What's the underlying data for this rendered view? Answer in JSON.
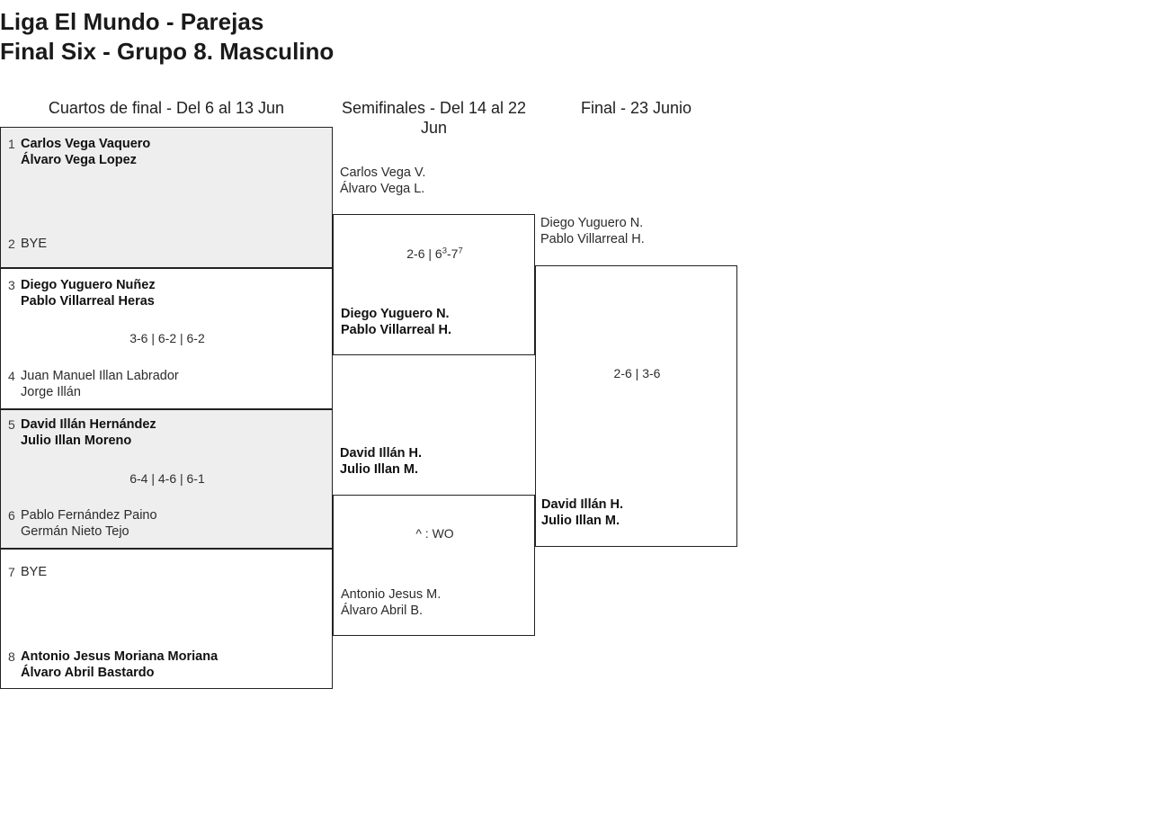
{
  "title": {
    "line1": "Liga El Mundo - Parejas",
    "line2": "Final Six - Grupo 8. Masculino"
  },
  "rounds": [
    {
      "id": "quarterfinals",
      "label": "Cuartos de final - Del 6 al 13 Jun"
    },
    {
      "id": "semifinals",
      "label": "Semifinales - Del 14 al 22 Jun"
    },
    {
      "id": "final",
      "label": "Final - 23 Junio"
    }
  ],
  "quarterfinals": [
    {
      "shaded": true,
      "top": {
        "seed": "1",
        "p1": "Carlos Vega Vaquero",
        "p2": "Álvaro Vega Lopez",
        "winner": true
      },
      "bottom": {
        "seed": "2",
        "p1": "BYE",
        "p2": "",
        "winner": false
      },
      "score": ""
    },
    {
      "shaded": false,
      "top": {
        "seed": "3",
        "p1": "Diego Yuguero Nuñez",
        "p2": "Pablo Villarreal Heras",
        "winner": true
      },
      "bottom": {
        "seed": "4",
        "p1": "Juan Manuel Illan Labrador",
        "p2": "Jorge Illán",
        "winner": false
      },
      "score": "3-6 | 6-2 | 6-2"
    },
    {
      "shaded": true,
      "top": {
        "seed": "5",
        "p1": "David Illán Hernández",
        "p2": "Julio Illan Moreno",
        "winner": true
      },
      "bottom": {
        "seed": "6",
        "p1": "Pablo Fernández Paino",
        "p2": "Germán Nieto Tejo",
        "winner": false
      },
      "score": "6-4 | 4-6 | 6-1"
    },
    {
      "shaded": false,
      "top": {
        "seed": "7",
        "p1": "BYE",
        "p2": "",
        "winner": false
      },
      "bottom": {
        "seed": "8",
        "p1": "Antonio Jesus Moriana Moriana",
        "p2": "Álvaro Abril Bastardo",
        "winner": true
      },
      "score": ""
    }
  ],
  "semifinals": [
    {
      "upper": {
        "p1": "Carlos Vega V.",
        "p2": "Álvaro Vega L.",
        "winner": false
      },
      "lower": {
        "p1": "Diego Yuguero N.",
        "p2": "Pablo Villarreal H.",
        "winner": true
      },
      "score_pre": "2-6 | 6",
      "score_sup1": "3",
      "score_mid": "-7",
      "score_sup2": "7",
      "score_plain": ""
    },
    {
      "upper": {
        "p1": "David Illán H.",
        "p2": "Julio Illan M.",
        "winner": true
      },
      "lower": {
        "p1": "Antonio Jesus M.",
        "p2": "Álvaro Abril B.",
        "winner": false
      },
      "score_pre": "",
      "score_sup1": "",
      "score_mid": "",
      "score_sup2": "",
      "score_plain": "^ : WO"
    }
  ],
  "final": {
    "upper": {
      "p1": "Diego Yuguero N.",
      "p2": "Pablo Villarreal H.",
      "winner": false
    },
    "lower": {
      "p1": "David Illán H.",
      "p2": "Julio Illan M.",
      "winner": true
    },
    "score": "2-6 | 3-6"
  }
}
